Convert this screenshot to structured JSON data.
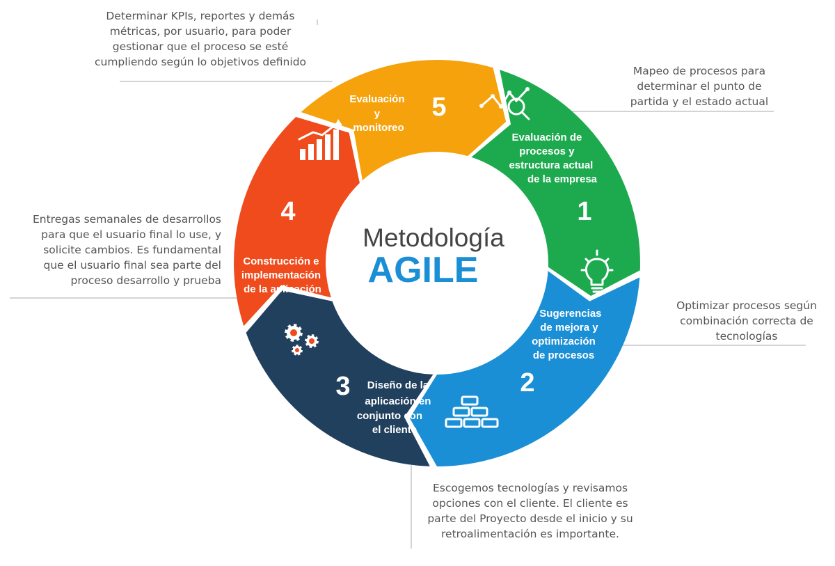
{
  "center": {
    "line1": "Metodología",
    "line2": "AGILE",
    "accent": "#1a8fd6"
  },
  "segments": [
    {
      "number": "1",
      "color": "#1daa4f",
      "title": [
        "Evaluación de",
        "procesos y",
        "estructura actual",
        "de la empresa"
      ],
      "icon": "analytics-magnifier-icon"
    },
    {
      "number": "2",
      "color": "#1a8fd6",
      "title": [
        "Sugerencias",
        "de mejora y",
        "optimización",
        "de procesos"
      ],
      "icon": "lightbulb-icon"
    },
    {
      "number": "3",
      "color": "#21405e",
      "title": [
        "Diseño de la",
        "aplicación en",
        "conjunto con",
        "el cliente"
      ],
      "icon": "bricks-icon"
    },
    {
      "number": "4",
      "color": "#ef4b1c",
      "title": [
        "Construcción e",
        "implementación",
        "de la aplicación"
      ],
      "icon": "gears-icon"
    },
    {
      "number": "5",
      "color": "#f5a20c",
      "title": [
        "Evaluación",
        "y",
        "monitoreo"
      ],
      "icon": "bar-chart-growth-icon"
    }
  ],
  "notes": {
    "top": [
      "Determinar KPIs, reportes y demás",
      "métricas, por usuario, para poder",
      "gestionar que el proceso se esté",
      "cumpliendo según lo objetivos definido"
    ],
    "right_top": [
      "Mapeo de procesos para",
      "determinar el punto de",
      "partida y el estado actual"
    ],
    "left": [
      "Entregas semanales de desarrollos",
      "para que el usuario final lo use, y",
      "solicite cambios. Es fundamental",
      "que el usuario final sea parte del",
      "proceso desarrollo y prueba"
    ],
    "right_bottom": [
      "Optimizar procesos según",
      "combinación correcta de",
      "tecnologías"
    ],
    "bottom": [
      "Escogemos tecnologías y revisamos",
      "opciones con el cliente. El cliente es",
      "parte del Proyecto desde el inicio y su",
      "retroalimentación es importante."
    ]
  }
}
